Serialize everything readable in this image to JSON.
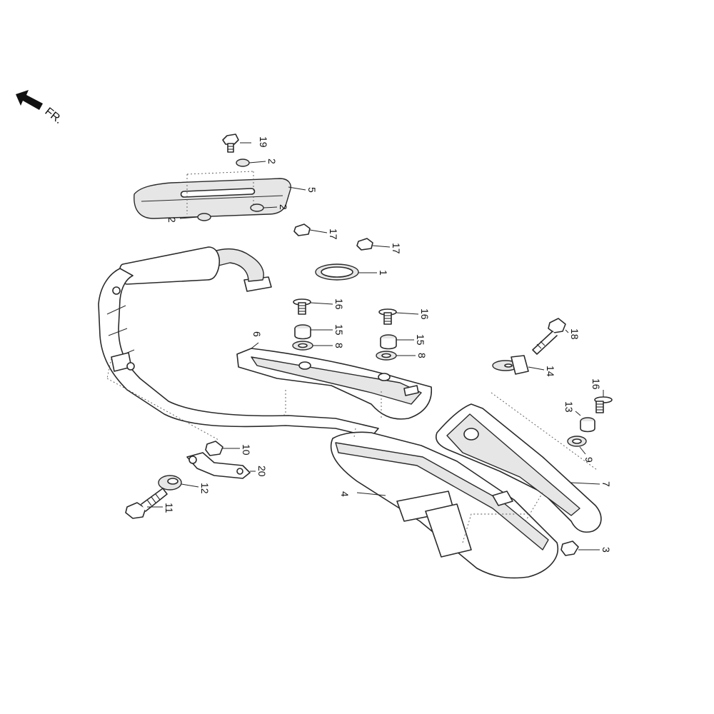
{
  "orientation": {
    "label": "FR."
  },
  "callouts": [
    {
      "id": "c19",
      "number": "19"
    },
    {
      "id": "c2a",
      "number": "2"
    },
    {
      "id": "c5",
      "number": "5"
    },
    {
      "id": "c2b",
      "number": "2"
    },
    {
      "id": "c2c",
      "number": "2"
    },
    {
      "id": "c17a",
      "number": "17"
    },
    {
      "id": "c17b",
      "number": "17"
    },
    {
      "id": "c1",
      "number": "1"
    },
    {
      "id": "c16a",
      "number": "16"
    },
    {
      "id": "c16b",
      "number": "16"
    },
    {
      "id": "c15a",
      "number": "15"
    },
    {
      "id": "c15b",
      "number": "15"
    },
    {
      "id": "c8a",
      "number": "8"
    },
    {
      "id": "c8b",
      "number": "8"
    },
    {
      "id": "c6",
      "number": "6"
    },
    {
      "id": "c18",
      "number": "18"
    },
    {
      "id": "c14",
      "number": "14"
    },
    {
      "id": "c16c",
      "number": "16"
    },
    {
      "id": "c13",
      "number": "13"
    },
    {
      "id": "c9",
      "number": "9"
    },
    {
      "id": "c7",
      "number": "7"
    },
    {
      "id": "c10",
      "number": "10"
    },
    {
      "id": "c20",
      "number": "20"
    },
    {
      "id": "c12",
      "number": "12"
    },
    {
      "id": "c11",
      "number": "11"
    },
    {
      "id": "c4",
      "number": "4"
    },
    {
      "id": "c3",
      "number": "3"
    }
  ],
  "colors": {
    "line": "#2a2a2a",
    "shade": "#e6e6e6",
    "background": "#ffffff"
  }
}
